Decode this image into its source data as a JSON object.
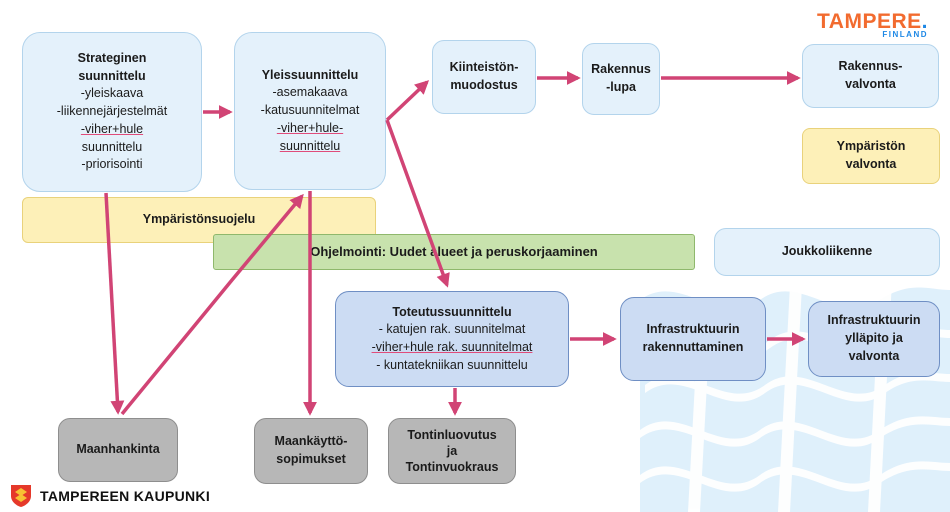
{
  "brand": {
    "tampere_word": "TAMPERE",
    "tampere_dot": ".",
    "finland": "FINLAND",
    "city_name": "TAMPEREEN KAUPUNKI"
  },
  "colors": {
    "arrow": "#d14475",
    "brand_orange": "#f26b2f",
    "brand_blue": "#1e88e5",
    "wave": "#dff0fb"
  },
  "boxes": {
    "strateginen": {
      "title": [
        "Strateginen",
        "suunnittelu"
      ],
      "lines": [
        "-yleiskaava",
        "-liikennejärjestelmät",
        "-viher+hule",
        "suunnittelu",
        "-priorisointi"
      ]
    },
    "yleis": {
      "title": [
        "Yleissuunnittelu"
      ],
      "lines": [
        "-asemakaava",
        "-katusuunnitelmat",
        "-viher+hule-",
        "suunnittelu"
      ]
    },
    "kiinteisto": {
      "title": [
        "Kiinteistön-",
        "muodostus"
      ]
    },
    "rakennuslupa": {
      "title": [
        "Rakennus",
        "-lupa"
      ]
    },
    "rakennusvalvonta": {
      "title": [
        "Rakennus-",
        "valvonta"
      ]
    },
    "ymparisto_valvonta": {
      "title": [
        "Ympäristön",
        "valvonta"
      ]
    },
    "ymparistonsuojelu": {
      "title": [
        "Ympäristönsuojelu"
      ]
    },
    "ohjelmointi": {
      "title": [
        "Ohjelmointi: Uudet alueet ja peruskorjaaminen"
      ]
    },
    "joukkoliikenne": {
      "title": [
        "Joukkoliikenne"
      ]
    },
    "toteutus": {
      "title": [
        "Toteutussuunnittelu"
      ],
      "lines": [
        "- katujen rak. suunnitelmat",
        "-viher+hule rak. suunnitelmat",
        "- kuntatekniikan suunnittelu"
      ]
    },
    "infra_rak": {
      "title": [
        "Infrastruktuurin",
        "rakennuttaminen"
      ]
    },
    "infra_yllapito": {
      "title": [
        "Infrastruktuurin",
        "ylläpito ja",
        "valvonta"
      ]
    },
    "maanhankinta": {
      "title": [
        "Maanhankinta"
      ]
    },
    "maankaytto": {
      "title": [
        "Maankäyttö-",
        "sopimukset"
      ]
    },
    "tontinluovutus": {
      "title": [
        "Tontinluovutus",
        "ja",
        "Tontinvuokraus"
      ]
    }
  }
}
